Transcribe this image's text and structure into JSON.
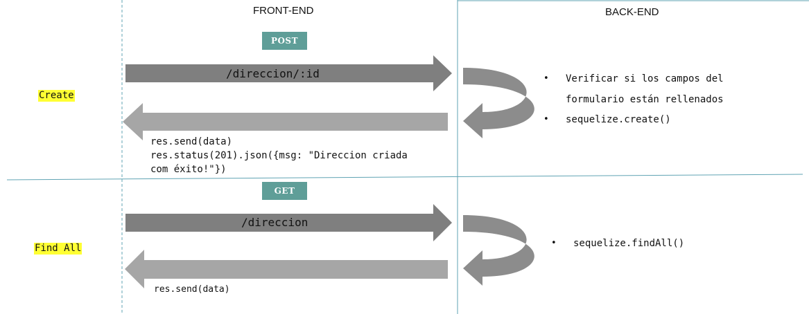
{
  "headers": {
    "front": "FRONT-END",
    "back": "BACK-END"
  },
  "colors": {
    "request_arrow": "#7f7f7f",
    "response_arrow": "#a6a6a6",
    "method_badge": "#5f9e98",
    "divider": "#5fa3b3",
    "highlight": "#ffff33"
  },
  "sections": [
    {
      "operation": "Create",
      "method": "POST",
      "route": "/direccion/:id",
      "response_lines": [
        "res.send(data)",
        "res.status(201).json({msg: \"Direccion criada",
        "com éxito!\"})"
      ],
      "backend_steps": [
        "Verificar si los campos del formulario están rellenados",
        "sequelize.create()"
      ]
    },
    {
      "operation": "Find All",
      "method": "GET",
      "route": "/direccion",
      "response_lines": [
        "res.send(data)"
      ],
      "backend_steps": [
        "sequelize.findAll()"
      ]
    }
  ]
}
